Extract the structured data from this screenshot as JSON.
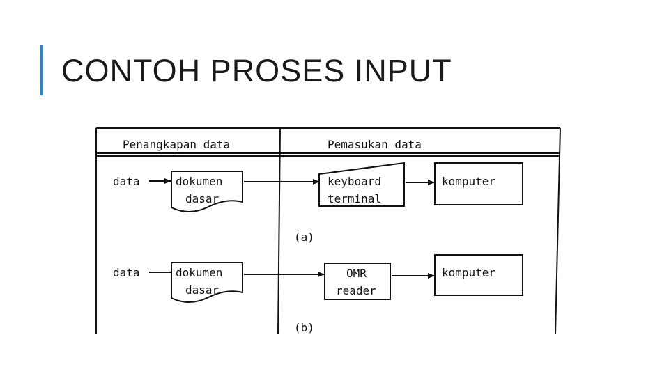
{
  "slide": {
    "title": "CONTOH PROSES INPUT",
    "accent_color": "#2e86c1"
  },
  "diagram": {
    "headers": {
      "left": "Penangkapan data",
      "right": "Pemasukan data"
    },
    "row_a": {
      "input_label": "data",
      "document_line1": "dokumen",
      "document_line2": "dasar",
      "device_line1": "keyboard",
      "device_line2": "terminal",
      "output": "komputer",
      "caption": "(a)"
    },
    "row_b": {
      "input_label": "data",
      "document_line1": "dokumen",
      "document_line2": "dasar",
      "device_line1": "OMR",
      "device_line2": "reader",
      "output": "komputer",
      "caption": "(b)"
    }
  }
}
